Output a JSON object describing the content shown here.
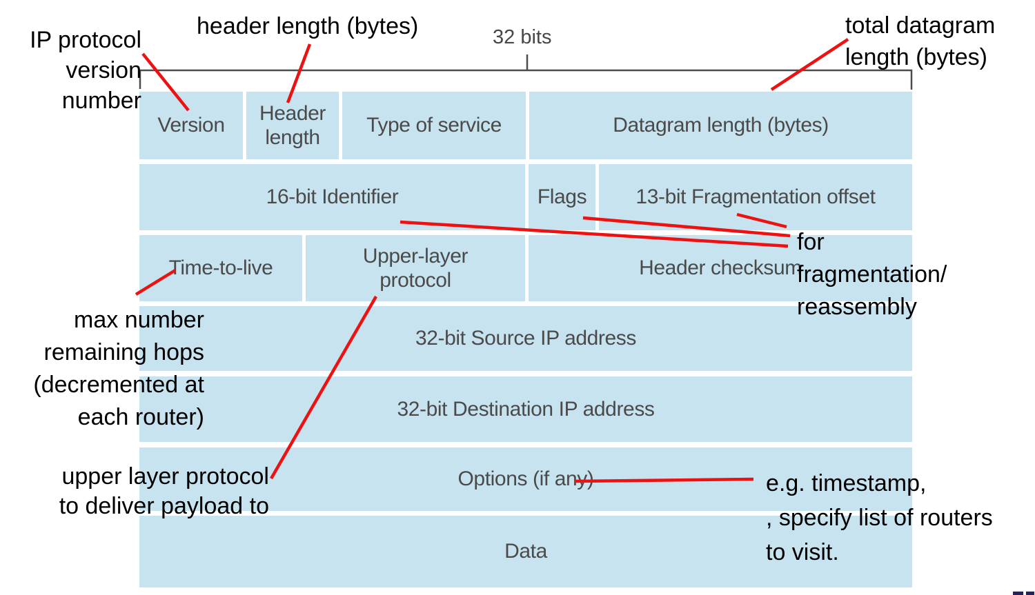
{
  "colors": {
    "cell_fill": "#c6e3ef",
    "cell_text": "#4a4a4a",
    "pointer": "#ee1111",
    "bracket": "#4c4c4c",
    "note_text": "#000000"
  },
  "bracket": {
    "label": "32 bits"
  },
  "fields": {
    "version": "Version",
    "header_length": "Header\nlength",
    "type_of_service": "Type of service",
    "datagram_length": "Datagram length (bytes)",
    "identifier": "16-bit Identifier",
    "flags": "Flags",
    "fragmentation_offset": "13-bit Fragmentation offset",
    "time_to_live": "Time-to-live",
    "upper_layer_protocol": "Upper-layer\nprotocol",
    "header_checksum": "Header checksum",
    "source_ip": "32-bit Source IP address",
    "destination_ip": "32-bit Destination IP address",
    "options": "Options (if any)",
    "data": "Data"
  },
  "notes": {
    "ip_version": "IP protocol\nversion\nnumber",
    "header_length": "header length (bytes)",
    "total_datagram_length": "total datagram\nlength (bytes)",
    "fragmentation": "for\nfragmentation/\nreassembly",
    "ttl": "max number\nremaining hops\n(decremented at\neach router)",
    "upper_layer": "upper layer protocol\nto deliver payload to",
    "options": "e.g. timestamp,\n, specify list of routers\nto visit."
  }
}
